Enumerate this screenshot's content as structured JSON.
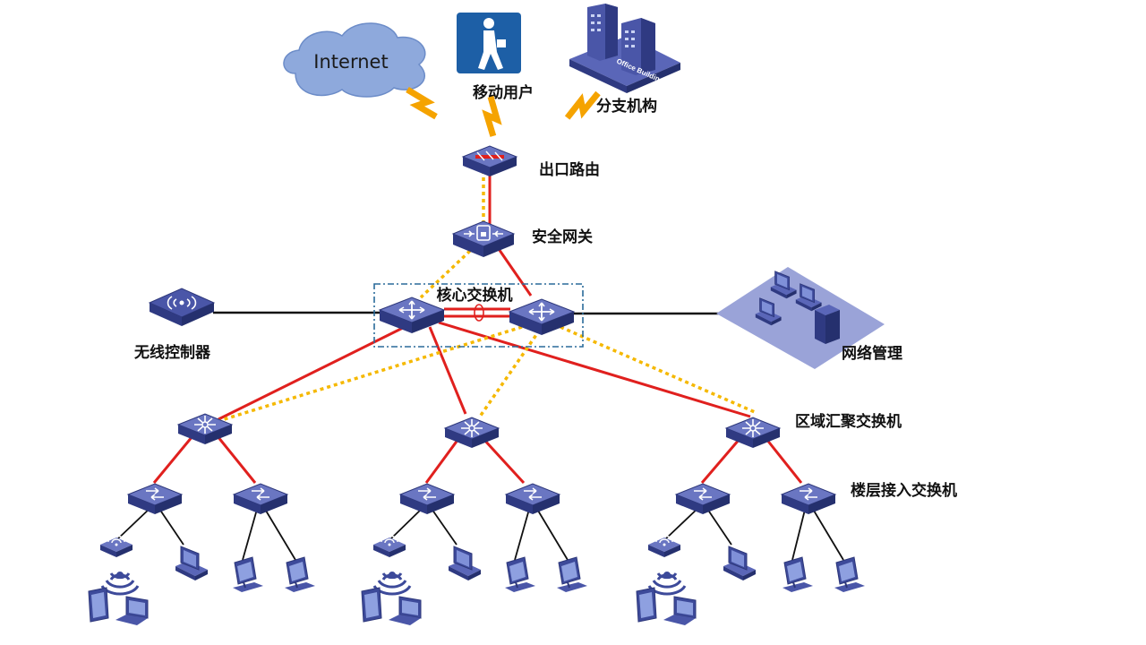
{
  "labels": {
    "internet": "Internet",
    "mobile_user": "移动用户",
    "branch": "分支机构",
    "branch_sign": "Office Building",
    "egress_router": "出口路由",
    "security_gateway": "安全网关",
    "core_switch": "核心交换机",
    "wireless_controller": "无线控制器",
    "network_mgmt": "网络管理",
    "aggregation_switch": "区域汇聚交换机",
    "access_switch": "楼层接入交换机"
  },
  "colors": {
    "device": "#3d4a9a",
    "device_top": "#6a76c2",
    "primary_link": "#e0201e",
    "backup_link": "#f5b800",
    "lightning": "#f5a300",
    "cloud": "#8ea9dc",
    "mgmt_panel": "#9aa3d8"
  }
}
